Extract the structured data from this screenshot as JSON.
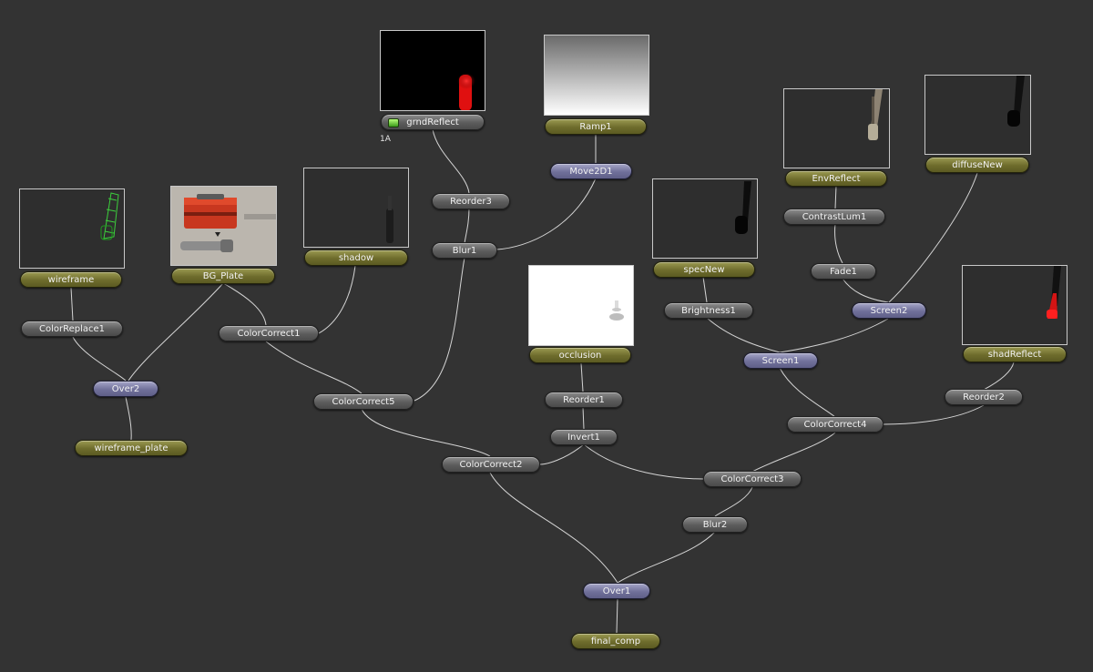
{
  "nodes": {
    "grndReflect": {
      "label": "grndReflect"
    },
    "Ramp1": {
      "label": "Ramp1"
    },
    "Move2D1": {
      "label": "Move2D1"
    },
    "Reorder3": {
      "label": "Reorder3"
    },
    "Blur1": {
      "label": "Blur1"
    },
    "shadow": {
      "label": "shadow"
    },
    "wireframe": {
      "label": "wireframe"
    },
    "BG_Plate": {
      "label": "BG_Plate"
    },
    "ColorReplace1": {
      "label": "ColorReplace1"
    },
    "ColorCorrect1": {
      "label": "ColorCorrect1"
    },
    "Over2": {
      "label": "Over2"
    },
    "wireframe_plate": {
      "label": "wireframe_plate"
    },
    "ColorCorrect5": {
      "label": "ColorCorrect5"
    },
    "occlusion": {
      "label": "occlusion"
    },
    "Reorder1": {
      "label": "Reorder1"
    },
    "Invert1": {
      "label": "Invert1"
    },
    "ColorCorrect2": {
      "label": "ColorCorrect2"
    },
    "specNew": {
      "label": "specNew"
    },
    "Brightness1": {
      "label": "Brightness1"
    },
    "EnvReflect": {
      "label": "EnvReflect"
    },
    "ContrastLum1": {
      "label": "ContrastLum1"
    },
    "Fade1": {
      "label": "Fade1"
    },
    "diffuseNew": {
      "label": "diffuseNew"
    },
    "Screen2": {
      "label": "Screen2"
    },
    "Screen1": {
      "label": "Screen1"
    },
    "shadReflect": {
      "label": "shadReflect"
    },
    "Reorder2": {
      "label": "Reorder2"
    },
    "ColorCorrect4": {
      "label": "ColorCorrect4"
    },
    "ColorCorrect3": {
      "label": "ColorCorrect3"
    },
    "Blur2": {
      "label": "Blur2"
    },
    "Over1": {
      "label": "Over1"
    },
    "final_comp": {
      "label": "final_comp"
    }
  },
  "badges": {
    "grndReflect_channel": "1A"
  },
  "colors": {
    "background": "#333333",
    "node_gray": "#5c5c5c",
    "node_olive": "#6e6c2c",
    "node_purple": "#70709a",
    "wire": "#d4d4d4"
  }
}
